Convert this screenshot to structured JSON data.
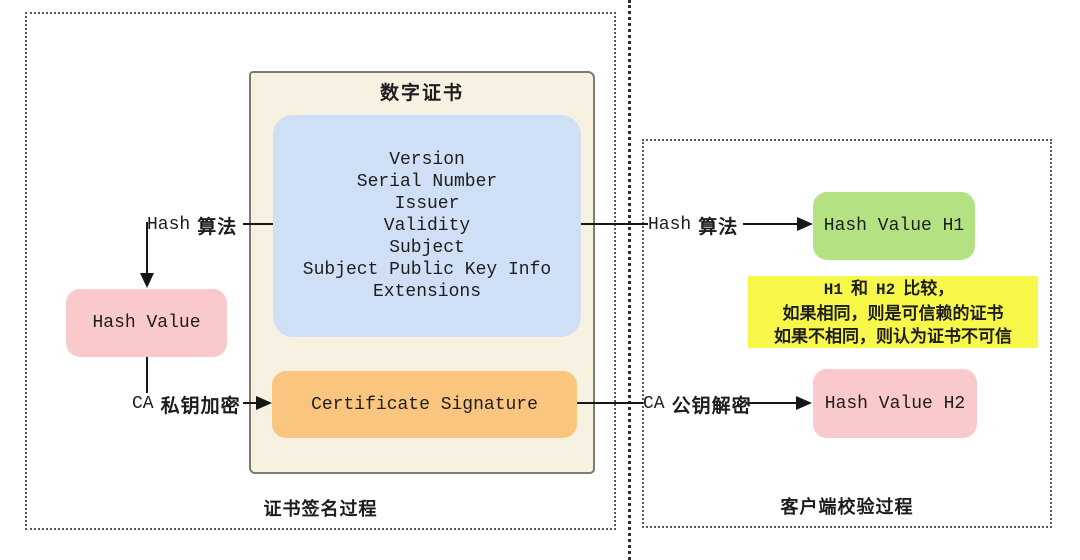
{
  "colors": {
    "page_bg": "#ffffff",
    "beige_bg": "#f6f1e1",
    "beige_border": "#7d7a6e",
    "blue_bg": "#cfe0f6",
    "orange_bg": "#f9c57f",
    "pink_bg": "#f9c9cc",
    "green_bg": "#b4e283",
    "yellow_bg": "#f8f84a",
    "line_color": "#161616",
    "dash_color": "#585858",
    "text_color": "#1d1d1d"
  },
  "left_panel": {
    "caption": "证书签名过程",
    "hash_algo_label": {
      "mono": "Hash",
      "cjk": "算法"
    },
    "ca_key_label": {
      "mono": "CA",
      "cjk": "私钥加密"
    },
    "hash_value_box": "Hash Value",
    "certificate": {
      "title": "数字证书",
      "fields": [
        "Version",
        "Serial Number",
        "Issuer",
        "Validity",
        "Subject",
        "Subject Public Key Info",
        "Extensions"
      ],
      "signature_box": "Certificate Signature"
    }
  },
  "right_panel": {
    "caption": "客户端校验过程",
    "hash_algo_label": {
      "mono": "Hash",
      "cjk": "算法"
    },
    "ca_key_label": {
      "mono": "CA",
      "cjk": "公钥解密"
    },
    "hash_h1_box": "Hash Value H1",
    "hash_h2_box": "Hash Value H2",
    "compare_note": {
      "l1_h1": "H1",
      "l1_and": "和",
      "l1_h2": "H2",
      "l1_tail": "比较，",
      "line2": "如果相同，则是可信赖的证书",
      "line3": "如果不相同，则认为证书不可信"
    }
  }
}
